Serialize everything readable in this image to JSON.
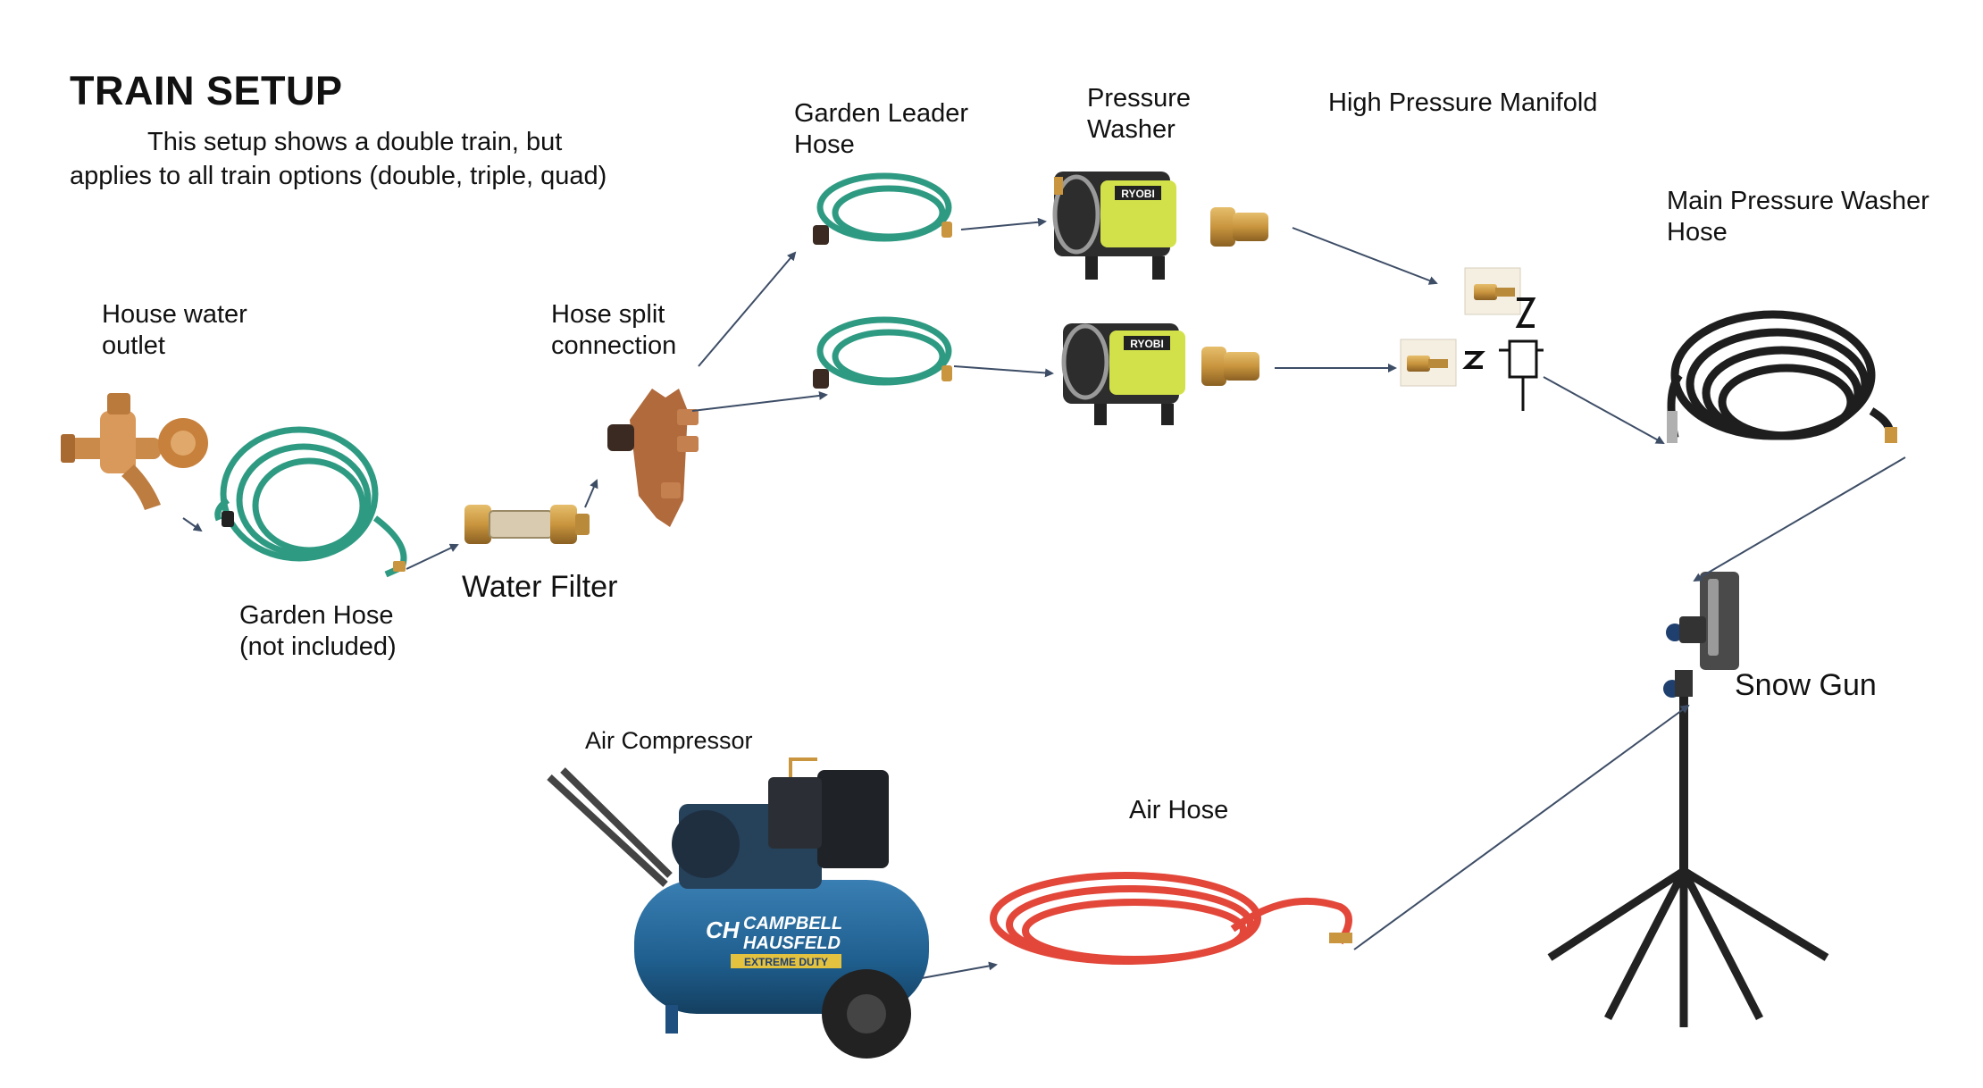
{
  "title": "TRAIN SETUP",
  "description": {
    "line1": "This setup shows a double train, but",
    "line2": "applies to all train options (double, triple, quad)"
  },
  "labels": {
    "house_water_outlet": [
      "House water",
      "outlet"
    ],
    "garden_hose": [
      "Garden Hose",
      "(not included)"
    ],
    "water_filter": "Water Filter",
    "hose_split": [
      "Hose split",
      "connection"
    ],
    "garden_leader_hose": [
      "Garden Leader",
      "Hose"
    ],
    "pressure_washer": [
      "Pressure",
      "Washer"
    ],
    "high_pressure_manifold": "High Pressure Manifold",
    "main_pressure_washer_hose": [
      "Main Pressure Washer",
      "Hose"
    ],
    "snow_gun": "Snow Gun",
    "air_compressor": "Air Compressor",
    "air_hose": "Air Hose"
  },
  "product_marks": {
    "pressure_washer_brand": "RYOBI",
    "compressor_brand_line1": "CAMPBELL",
    "compressor_brand_line2": "HAUSFELD",
    "compressor_logo": "CH",
    "compressor_badge": "EXTREME DUTY"
  },
  "colors": {
    "garden_hose": "#2f9a82",
    "brass": "#c9953e",
    "ryobi_green": "#d2e14a",
    "compressor_blue": "#1f5f8f",
    "air_hose": "#e2473a",
    "arrow": "#3d4d66",
    "black_hose": "#1e1e1e"
  }
}
